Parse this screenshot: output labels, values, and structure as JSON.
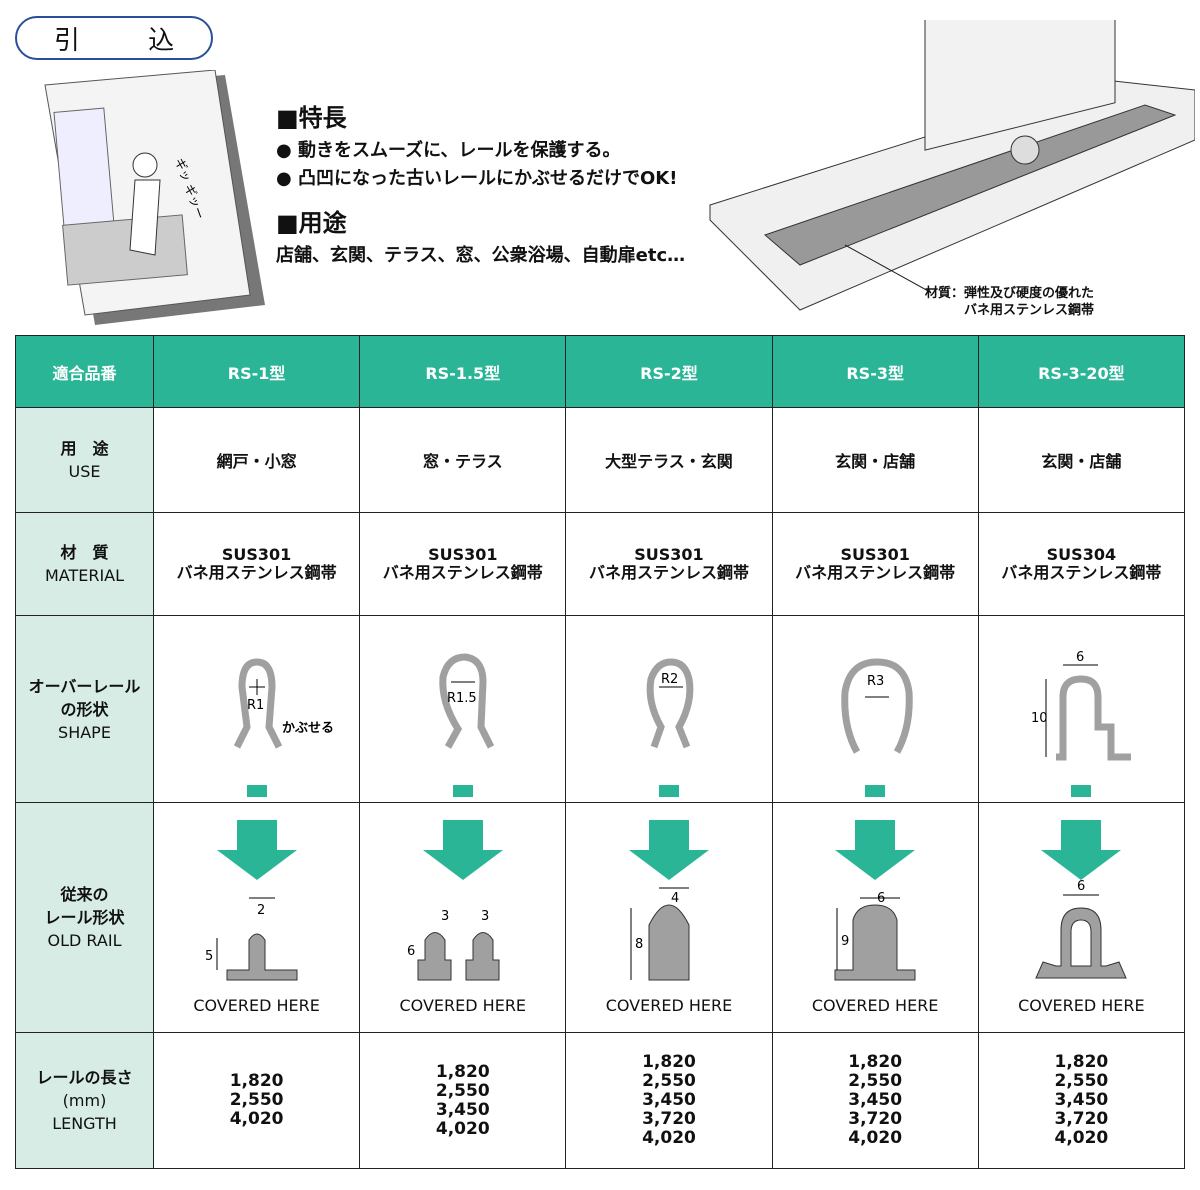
{
  "title": "引 込",
  "features": {
    "heading1": "■特長",
    "bullet1": "● 動きをスムーズに、レールを保護する。",
    "bullet2": "● 凸凹になった古いレールにかぶせるだけでOK!",
    "heading2": "■用途",
    "uses": "店舗、玄関、テラス、窓、公衆浴場、自動扉etc…"
  },
  "illustration": {
    "sound": "ギッ ギッー"
  },
  "caption": {
    "line1": "材質：弾性及び硬度の優れた",
    "line2": "バネ用ステンレス鋼帯"
  },
  "colors": {
    "header": "#2bb597",
    "label_bg": "#d6ece4",
    "shape_gray": "#a0a0a0"
  },
  "table": {
    "header_label": "適合品番",
    "row_labels": {
      "use": [
        "用　途",
        "USE"
      ],
      "material": [
        "材　質",
        "MATERIAL"
      ],
      "shape": [
        "オーバーレール",
        "の形状",
        "SHAPE"
      ],
      "old": [
        "従来の",
        "レール形状",
        "OLD RAIL"
      ],
      "length": [
        "レールの長さ",
        "(mm)",
        "LENGTH"
      ]
    },
    "covered": "COVERED HERE",
    "shape_note": "かぶせる",
    "columns": [
      {
        "model": "RS-1型",
        "use": "網戸・小窓",
        "material": [
          "SUS301",
          "バネ用ステンレス鋼帯"
        ],
        "shape_label": "R1",
        "old_dims": [
          "2",
          "5"
        ],
        "lengths": [
          "1,820",
          "2,550",
          "4,020"
        ]
      },
      {
        "model": "RS-1.5型",
        "use": "窓・テラス",
        "material": [
          "SUS301",
          "バネ用ステンレス鋼帯"
        ],
        "shape_label": "R1.5",
        "old_dims": [
          "3",
          "3",
          "6"
        ],
        "lengths": [
          "1,820",
          "2,550",
          "3,450",
          "4,020"
        ]
      },
      {
        "model": "RS-2型",
        "use": "大型テラス・玄関",
        "material": [
          "SUS301",
          "バネ用ステンレス鋼帯"
        ],
        "shape_label": "R2",
        "old_dims": [
          "4",
          "8"
        ],
        "lengths": [
          "1,820",
          "2,550",
          "3,450",
          "3,720",
          "4,020"
        ]
      },
      {
        "model": "RS-3型",
        "use": "玄関・店舗",
        "material": [
          "SUS301",
          "バネ用ステンレス鋼帯"
        ],
        "shape_label": "R3",
        "old_dims": [
          "6",
          "9"
        ],
        "lengths": [
          "1,820",
          "2,550",
          "3,450",
          "3,720",
          "4,020"
        ]
      },
      {
        "model": "RS-3-20型",
        "use": "玄関・店舗",
        "material": [
          "SUS304",
          "バネ用ステンレス鋼帯"
        ],
        "shape_label": [
          "6",
          "10"
        ],
        "old_dims": [
          "6"
        ],
        "lengths": [
          "1,820",
          "2,550",
          "3,450",
          "3,720",
          "4,020"
        ]
      }
    ]
  }
}
